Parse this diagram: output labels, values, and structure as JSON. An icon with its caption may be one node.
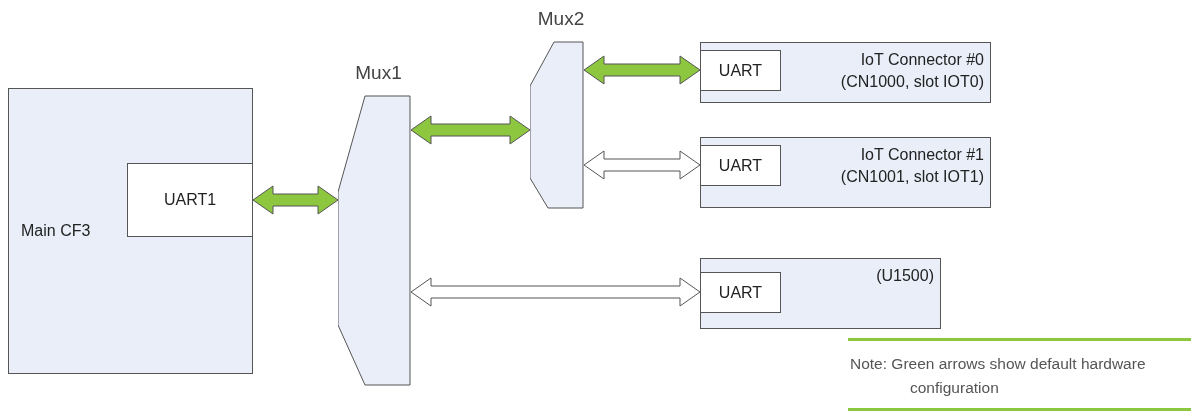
{
  "diagram": {
    "nodes": [
      {
        "text": [
          "Main CF3"
        ]
      },
      {
        "text": [
          "UART1"
        ],
        "in": 0
      },
      {
        "text": [
          "Mux1"
        ]
      },
      {
        "text": [
          "Mux2"
        ]
      },
      {
        "text": [
          "IoT Connector #0 (CN1000, slot IOT0)"
        ]
      },
      {
        "text": [
          "UART"
        ],
        "in": 4
      },
      {
        "text": [
          "IoT Connector #1 (CN1001, slot IOT1)"
        ]
      },
      {
        "text": [
          "UART"
        ],
        "in": 6
      },
      {
        "text": [
          "(U1500)"
        ]
      },
      {
        "text": [
          "UART"
        ],
        "in": 8
      }
    ],
    "edges": [
      {
        "from": 1,
        "to": 2,
        "arrow": "both"
      },
      {
        "from": 2,
        "to": 3,
        "arrow": "both"
      },
      {
        "from": 3,
        "to": 5,
        "arrow": "both"
      },
      {
        "from": 3,
        "to": 7,
        "arrow": "both",
        "color": "#ffffff"
      },
      {
        "from": 2,
        "to": 9,
        "arrow": "both",
        "color": "#ffffff"
      }
    ],
    "labels": [
      "Note: Green arrows show default hardware configuration"
    ]
  }
}
